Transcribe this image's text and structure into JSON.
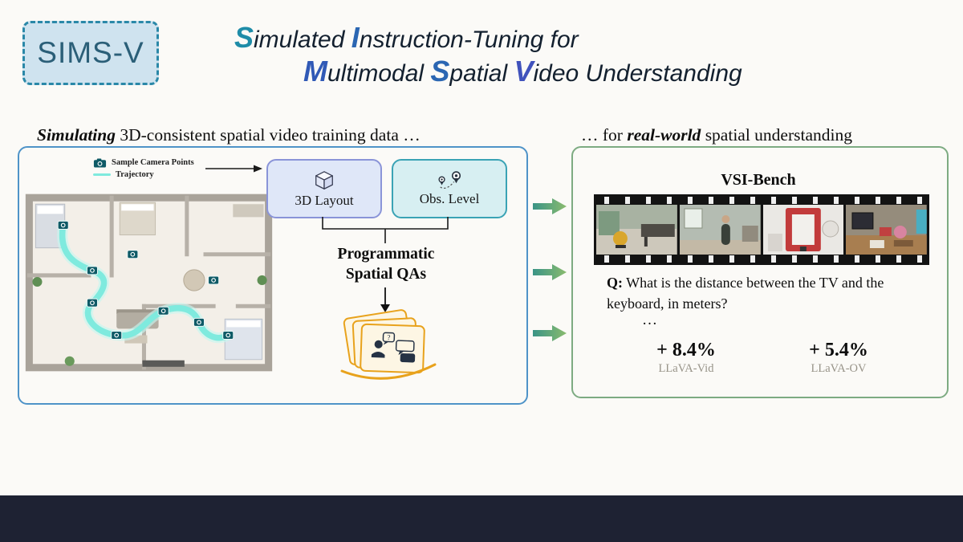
{
  "header": {
    "badge": "SIMS-V",
    "title_line1": [
      "S",
      "imulated ",
      "I",
      "nstruction-Tuning for"
    ],
    "title_line2": [
      "M",
      "ultimodal ",
      "S",
      "patial ",
      "V",
      "ideo Understanding"
    ]
  },
  "left_panel": {
    "heading": [
      "Simulating",
      " 3D-consistent spatial video training data …"
    ],
    "legend": {
      "camera_label": "Sample Camera Points",
      "trajectory_label": "Trajectory"
    },
    "boxes": [
      {
        "label": "3D Layout"
      },
      {
        "label": "Obs. Level"
      }
    ],
    "programmatic": [
      "Programmatic",
      "Spatial QAs"
    ],
    "qa_glyph": "?"
  },
  "right_panel": {
    "heading": [
      "… for ",
      "real-world",
      " spatial understanding"
    ],
    "bench_title": "VSI-Bench",
    "question": [
      "Q:",
      " What is the distance between the TV and the keyboard, in meters?"
    ],
    "ellipsis": "…",
    "results": [
      {
        "delta": "+ 8.4%",
        "model": "LLaVA-Vid"
      },
      {
        "delta": "+ 5.4%",
        "model": "LLaVA-OV"
      }
    ]
  },
  "colors": {
    "accent_teal": "#1e8ca8",
    "accent_blue": "#2b66b2",
    "left_panel_border": "#4e93c8",
    "right_panel_border": "#7dab82",
    "trajectory": "#7feade",
    "qa_card_border": "#e8a21c",
    "layout_box_bg": "#dfe7f8",
    "layout_box_border": "#8a94d8",
    "obs_box_bg": "#d7eff2",
    "obs_box_border": "#3aa3b5",
    "flow_arrow_gradient": [
      "#3a9486",
      "#8abb6e"
    ],
    "footer_band": "#1e2233"
  }
}
